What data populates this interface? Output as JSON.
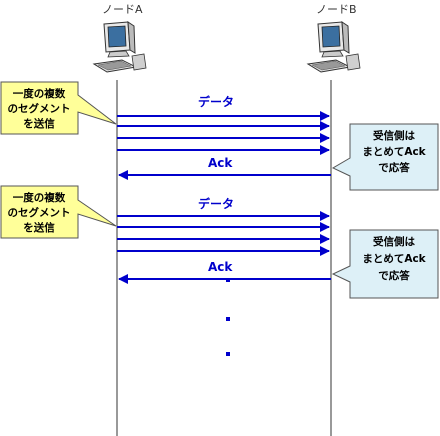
{
  "nodes": {
    "a_label": "ノードA",
    "b_label": "ノードB",
    "icon": "desktop-computer-icon"
  },
  "rounds": [
    {
      "data_label": "データ",
      "ack_label": "Ack",
      "sender_note": [
        "一度の複数",
        "のセグメント",
        "を送信"
      ],
      "receiver_note": [
        "受信側は",
        "まとめてAck",
        "で応答"
      ]
    },
    {
      "data_label": "データ",
      "ack_label": "Ack",
      "sender_note": [
        "一度の複数",
        "のセグメント",
        "を送信"
      ],
      "receiver_note": [
        "受信側は",
        "まとめてAck",
        "で応答"
      ]
    }
  ],
  "colors": {
    "arrow": "#0000cc",
    "lifeline": "#333333",
    "sender_note_fill": "#ffff99",
    "receiver_note_fill": "#ddf0f7",
    "note_border": "#555555"
  }
}
